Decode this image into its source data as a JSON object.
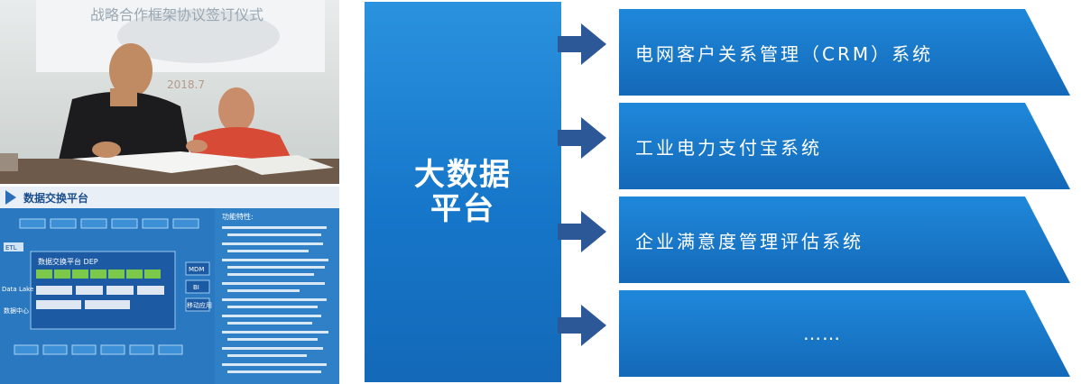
{
  "photo_top": {
    "banner_text": "战略合作框架协议签订仪式",
    "banner_date": "2018.7"
  },
  "photo_bottom": {
    "slide_title": "数据交换平台",
    "features_title": "功能特性:",
    "center_box_title": "数据交换平台 DEP",
    "left_tags": [
      "ETL",
      "Data Lake",
      "数据中心"
    ],
    "right_tags": [
      "MDM",
      "BI",
      "移动应用"
    ]
  },
  "platform": {
    "line1": "大数据",
    "line2": "平台"
  },
  "systems": [
    {
      "label": "电网客户关系管理（CRM）系统"
    },
    {
      "label": "工业电力支付宝系统"
    },
    {
      "label": "企业满意度管理评估系统"
    },
    {
      "label": "……"
    }
  ],
  "colors": {
    "platform_blue": "#1a7ed3",
    "arrow_blue": "#2d5897",
    "bar_blue": "#1676c9"
  }
}
